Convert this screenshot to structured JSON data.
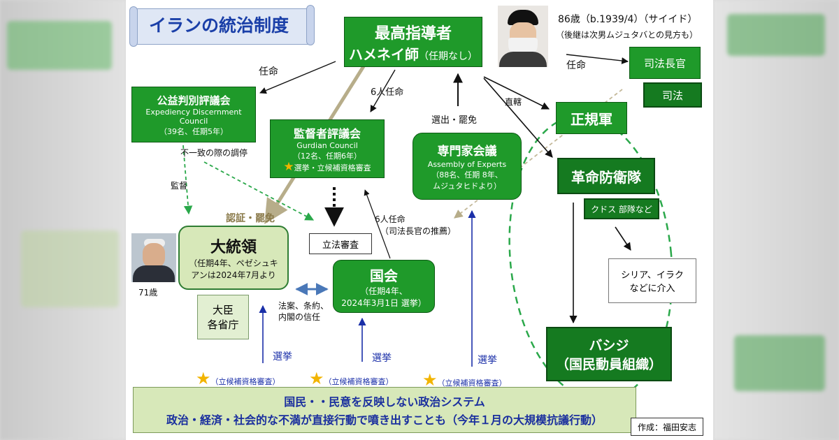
{
  "title": "イランの統治制度",
  "supreme": {
    "line1": "最高指導者",
    "line2": "ハメネイ師",
    "term": "（任期なし）"
  },
  "khamenei_info": {
    "age": "86歳（b.1939/4）（サイイド）",
    "succession": "（後継は次男ムジュタバとの見方も）"
  },
  "judiciary": {
    "chief": "司法長官",
    "branch": "司法"
  },
  "expediency": {
    "name": "公益判別評議会",
    "en1": "Expediency Discernment",
    "en2": "Council",
    "detail": "（39名、任期5年）"
  },
  "guardian": {
    "name": "監督者評議会",
    "en": "Gurdian Council",
    "detail": "（12名、任期6年）",
    "role": "選挙・立候補資格審査"
  },
  "experts": {
    "name": "専門家会議",
    "en": "Assembly of Experts",
    "detail1": "（88名、任期 8年、",
    "detail2": "ムジュタヒドより）"
  },
  "army": {
    "name": "正規軍"
  },
  "irgc": {
    "name": "革命防衛隊",
    "sub": "クドス 部隊など"
  },
  "intervention": {
    "line1": "シリア、イラク",
    "line2": "などに介入"
  },
  "basij": {
    "line1": "バシジ",
    "line2": "（国民動員組織）"
  },
  "president": {
    "name": "大統領",
    "detail1": "（任期4年、ペゼシュキ",
    "detail2": "アンは2024年7月より",
    "age": "71歳"
  },
  "ministers": {
    "line1": "大臣",
    "line2": "各省庁"
  },
  "parliament": {
    "name": "国会",
    "detail1": "（任期4年、",
    "detail2": "2024年3月1日 選挙）"
  },
  "legislative_review": "立法審査",
  "labels": {
    "appoint": "任命",
    "appoint_left": "任命",
    "six_appoint": "6人任命",
    "elect_dismiss": "選出・罷免",
    "direct": "直轄",
    "mediate": "不一致の際の調停",
    "supervise": "監督",
    "certify": "認証・罷免",
    "six_appoint2_line1": "6人任命",
    "six_appoint2_line2": "（司法長官の推薦）",
    "bills_line1": "法案、条約、",
    "bills_line2": "内閣の信任",
    "election1": "選挙",
    "election2": "選挙",
    "election3": "選挙",
    "candidate1": "（立候補資格審査）",
    "candidate2": "（立候補資格審査）",
    "candidate3": "（立候補資格審査）"
  },
  "people": {
    "line1": "国民・・民意を反映しない政治システム",
    "line2": "政治・経済・社会的な不満が直接行動で噴き出すことも（今年１月の大規模抗議行動）"
  },
  "credit": "作成：福田安志",
  "colors": {
    "box_green": "#1f9a2a",
    "dark_green": "#157a20",
    "light_green": "#d7e8b9",
    "title_blue": "#1a3fa8",
    "star": "#f2b400",
    "dashed_green": "#2aa84a",
    "people_text": "#1a2f9e"
  },
  "icons": [
    "scroll-banner-icon",
    "khamenei-portrait-icon",
    "pezeshkian-portrait-icon",
    "star-icon"
  ]
}
